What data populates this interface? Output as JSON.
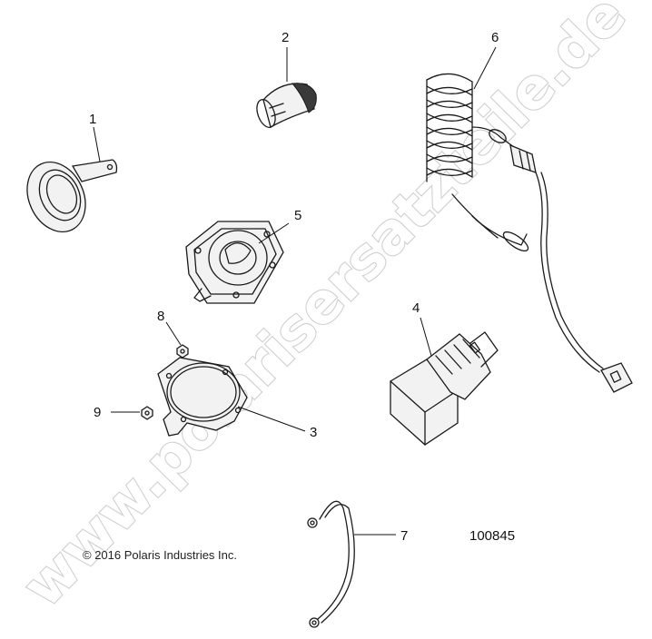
{
  "diagram": {
    "callouts": {
      "c1": "1",
      "c2": "2",
      "c3": "3",
      "c4": "4",
      "c5": "5",
      "c6": "6",
      "c7": "7",
      "c8": "8",
      "c9": "9"
    },
    "copyright": "© 2016 Polaris Industries Inc.",
    "drawing_number": "100845",
    "watermark": "www.polarisersatzteile.de"
  },
  "colors": {
    "line": "#1a1a1a",
    "watermark_outline": "#cfcfcf",
    "background": "#ffffff"
  }
}
